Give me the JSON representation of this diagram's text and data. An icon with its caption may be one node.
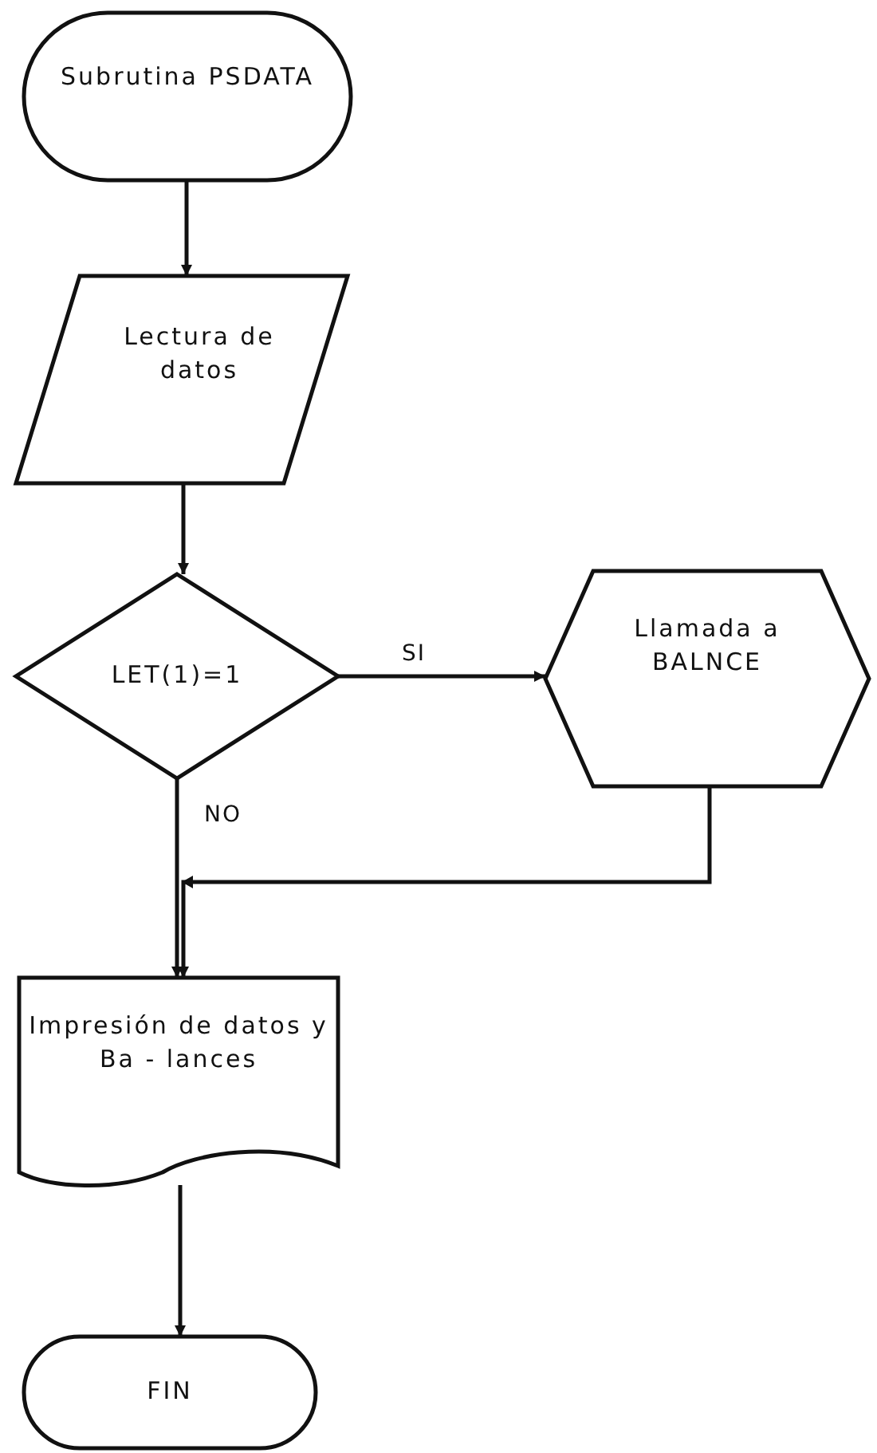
{
  "diagram": {
    "nodes": [
      {
        "text": [
          "Subrutina PSDATA"
        ]
      },
      {
        "text": [
          "Lectura de datos"
        ]
      },
      {
        "text": [
          "LET(1)=1"
        ]
      },
      {
        "text": [
          "Llamada a BALNCE"
        ]
      },
      {
        "text": [
          "Impresión de datos y Ba - lances"
        ]
      },
      {
        "text": [
          "FIN"
        ]
      }
    ],
    "edges": [
      {
        "from": 0,
        "to": 1,
        "arrow": "to"
      },
      {
        "from": 1,
        "to": 2,
        "arrow": "to"
      },
      {
        "from": 2,
        "to": 3,
        "arrow": "to",
        "label": "SI"
      },
      {
        "from": 2,
        "to": 4,
        "arrow": "to",
        "label": "NO"
      },
      {
        "from": 3,
        "to": 4,
        "arrow": "to"
      },
      {
        "from": 4,
        "to": 5,
        "arrow": "to"
      }
    ]
  }
}
